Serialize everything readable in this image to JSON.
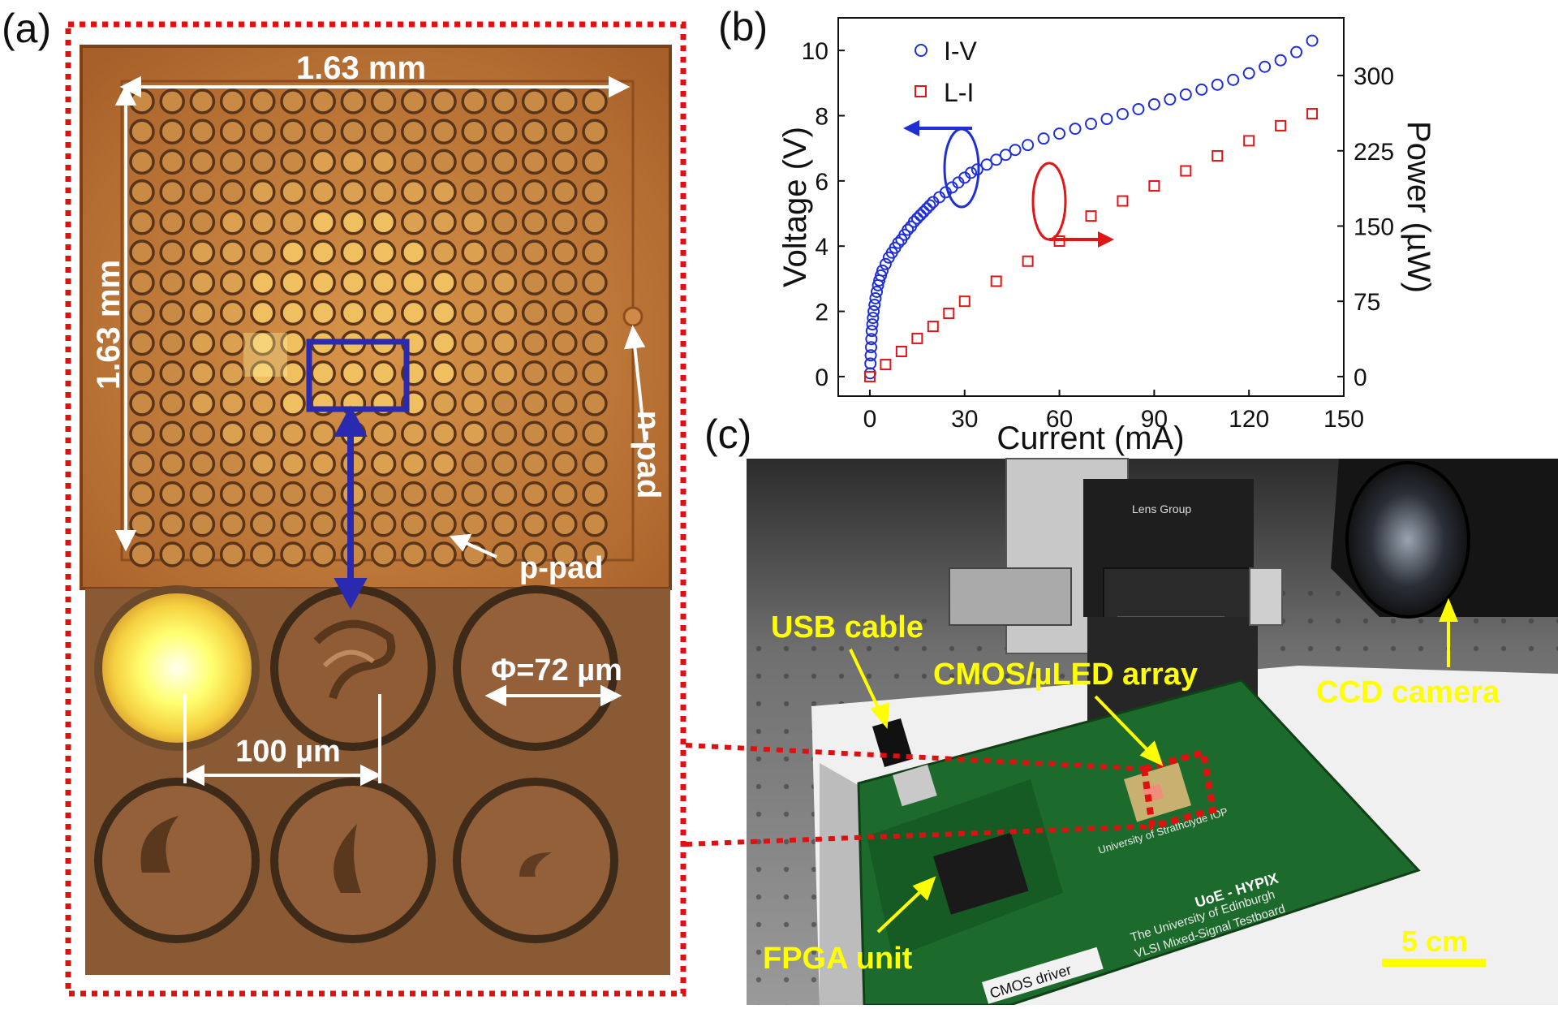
{
  "panel_a": {
    "label": "(a)",
    "width_label": "1.63 mm",
    "height_label": "1.63 mm",
    "n_pad_label": "n-pad",
    "p_pad_label": "p-pad",
    "pitch_label": "100 µm",
    "diameter_label": "Φ=72 µm",
    "colors": {
      "die": "#c47a35",
      "zoom_bg": "#8a5a35",
      "frame": "#e01010",
      "highlight_box": "#2a2ab0"
    }
  },
  "panel_b": {
    "label": "(b)",
    "legend": {
      "iv": "I-V",
      "li": "L-I"
    }
  },
  "panel_c": {
    "label": "(c)",
    "labels": {
      "usb": "USB cable",
      "cmos_array": "CMOS/µLED array",
      "ccd": "CCD camera",
      "fpga": "FPGA unit",
      "scale": "5 cm",
      "board_text_1": "UoE - HYPIX",
      "board_text_2": "The University of Edinburgh",
      "board_text_3": "VLSI Mixed-Signal Testboard",
      "board_text_4": "CMOS driver",
      "board_text_5": "University of Strathclyde IOP",
      "mount_text": "Lens Group"
    }
  },
  "chart_data": {
    "type": "scatter",
    "xlabel": "Current (mA)",
    "ylabel": "Voltage (V)",
    "y2label": "Power (µW)",
    "xlim": [
      -10,
      150
    ],
    "ylim": [
      -0.6,
      11
    ],
    "y2lim": [
      -19.5,
      357.5
    ],
    "xticks": [
      0,
      30,
      60,
      90,
      120,
      150
    ],
    "yticks": [
      0,
      2,
      4,
      6,
      8,
      10
    ],
    "y2ticks": [
      0,
      75,
      150,
      225,
      300
    ],
    "legend_position": "top-left",
    "series": [
      {
        "name": "I-V",
        "axis": "left",
        "marker": "circle",
        "color": "#1f2fd6",
        "x": [
          0.1,
          0.2,
          0.3,
          0.4,
          0.5,
          0.6,
          0.8,
          1,
          1.2,
          1.5,
          1.8,
          2.2,
          2.6,
          3,
          3.5,
          4,
          5,
          6,
          7,
          8,
          9,
          10,
          11,
          12,
          13,
          14,
          15,
          16,
          17,
          18,
          19,
          20,
          22,
          24,
          26,
          28,
          30,
          32,
          34,
          37,
          40,
          43,
          46,
          50,
          55,
          60,
          65,
          70,
          75,
          80,
          85,
          90,
          95,
          100,
          105,
          110,
          115,
          120,
          125,
          130,
          135,
          140
        ],
        "y": [
          0.1,
          0.4,
          0.65,
          0.9,
          1.15,
          1.4,
          1.6,
          1.8,
          2.0,
          2.2,
          2.4,
          2.6,
          2.8,
          2.95,
          3.1,
          3.25,
          3.45,
          3.65,
          3.8,
          3.95,
          4.1,
          4.2,
          4.35,
          4.5,
          4.6,
          4.75,
          4.85,
          4.95,
          5.05,
          5.15,
          5.25,
          5.35,
          5.5,
          5.65,
          5.8,
          5.95,
          6.1,
          6.25,
          6.35,
          6.5,
          6.65,
          6.8,
          6.95,
          7.1,
          7.3,
          7.45,
          7.6,
          7.75,
          7.9,
          8.05,
          8.2,
          8.35,
          8.5,
          8.65,
          8.8,
          8.95,
          9.1,
          9.3,
          9.5,
          9.7,
          9.95,
          10.3
        ]
      },
      {
        "name": "L-I",
        "axis": "right",
        "marker": "square",
        "color": "#e01515",
        "x": [
          0,
          5,
          10,
          15,
          20,
          25,
          30,
          40,
          50,
          60,
          70,
          80,
          90,
          100,
          110,
          120,
          130,
          140
        ],
        "y": [
          0,
          12,
          25,
          38,
          50,
          63,
          75,
          95,
          115,
          135,
          160,
          175,
          190,
          205,
          220,
          235,
          250,
          262
        ]
      }
    ]
  }
}
